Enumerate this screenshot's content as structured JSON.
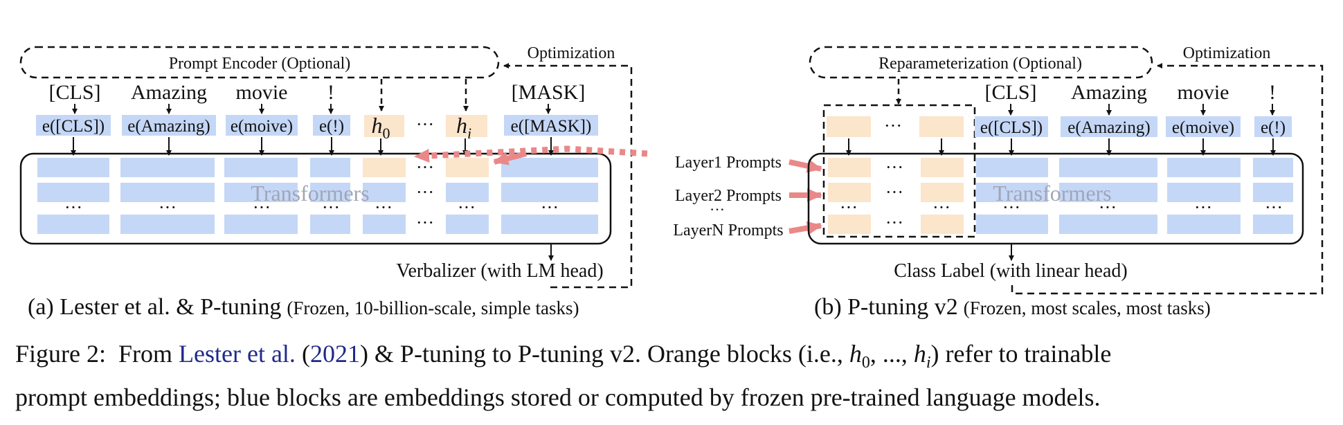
{
  "colors": {
    "blue_block": "#c5d7f6",
    "orange_block": "#fbe5cb",
    "arrow_red": "#e98888",
    "link_blue": "#1f2a8a",
    "transformers_text": "#9fa6b8"
  },
  "panel_a": {
    "encoder_label": "Prompt Encoder (Optional)",
    "optimization_label": "Optimization",
    "tokens": [
      "[CLS]",
      "Amazing",
      "movie",
      "!",
      "[MASK]"
    ],
    "embeddings": [
      "e([CLS])",
      "e(Amazing)",
      "e(moive)",
      "e(!)",
      "e([MASK])"
    ],
    "prompt_h0": "h",
    "prompt_h0_sub": "0",
    "prompt_hi": "h",
    "prompt_hi_sub": "i",
    "dots": "···",
    "transformers_label": "Transformers",
    "verbalizer_label": "Verbalizer (with LM head)",
    "caption_main": "(a) Lester et al. & P-tuning",
    "caption_note": "(Frozen, 10-billion-scale, simple tasks)"
  },
  "panel_b": {
    "reparam_label": "Reparameterization (Optional)",
    "optimization_label": "Optimization",
    "tokens": [
      "[CLS]",
      "Amazing",
      "movie",
      "!"
    ],
    "embeddings": [
      "e([CLS])",
      "e(Amazing)",
      "e(moive)",
      "e(!)"
    ],
    "layer_labels": [
      "Layer1 Prompts",
      "Layer2 Prompts",
      "LayerN Prompts"
    ],
    "layer_dots": "···",
    "transformers_label": "Transformers",
    "class_label": "Class Label (with linear head)",
    "caption_main": "(b) P-tuning v2",
    "caption_note": "(Frozen, most scales, most tasks)"
  },
  "caption": {
    "prefix": "Figure 2:",
    "from": "From",
    "link_author": "Lester et al.",
    "open_paren": " (",
    "link_year": "2021",
    "after_year": ") & P-tuning to P-tuning v2.  Orange blocks (i.e., ",
    "math_h0": "h",
    "math_h0_sub": "0",
    "math_mid": ", ..., ",
    "math_hi": "h",
    "math_hi_sub": "i",
    "line1_end": ") refer to trainable",
    "line2": "prompt embeddings; blue blocks are embeddings stored or computed by frozen pre-trained language models."
  }
}
